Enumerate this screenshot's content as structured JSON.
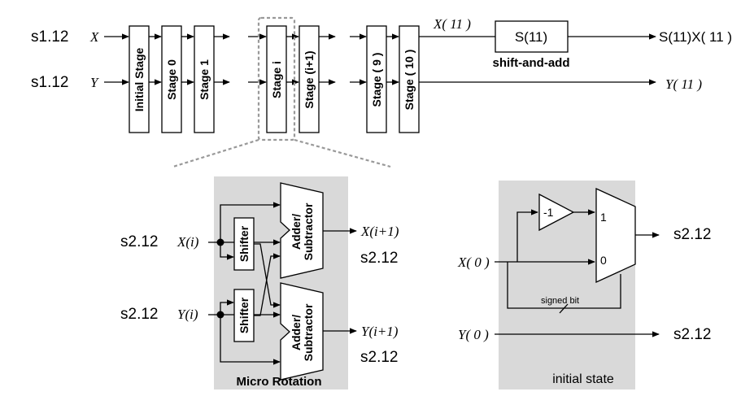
{
  "top": {
    "input_x_format": "s1.12",
    "input_y_format": "s1.12",
    "input_x": "X",
    "input_y": "Y",
    "stages": [
      "Initial Stage",
      "Stage 0",
      "Stage 1",
      "Stage i",
      "Stage (i+1)",
      "Stage ( 9 )",
      "Stage ( 10 )"
    ],
    "x11_label": "X( 11 )",
    "scale_block": "S(11)",
    "scale_caption": "shift-and-add",
    "output_x": "S(11)X( 11 )",
    "output_y": "Y( 11 )"
  },
  "micro_rotation": {
    "title": "Micro Rotation",
    "in_x_format": "s2.12",
    "in_y_format": "s2.12",
    "in_x": "X(i)",
    "in_y": "Y(i)",
    "shifter_label": "Shifter",
    "adder_label": "Adder/ Subtractor",
    "out_x": "X(i+1)",
    "out_y": "Y(i+1)",
    "out_x_format": "s2.12",
    "out_y_format": "s2.12"
  },
  "initial_state": {
    "title": "initial state",
    "negate": "-1",
    "mux_in1": "1",
    "mux_in0": "0",
    "in_x": "X( 0 )",
    "in_y": "Y( 0 )",
    "signed_bit": "signed bit",
    "out_x_format": "s2.12",
    "out_y_format": "s2.12"
  }
}
